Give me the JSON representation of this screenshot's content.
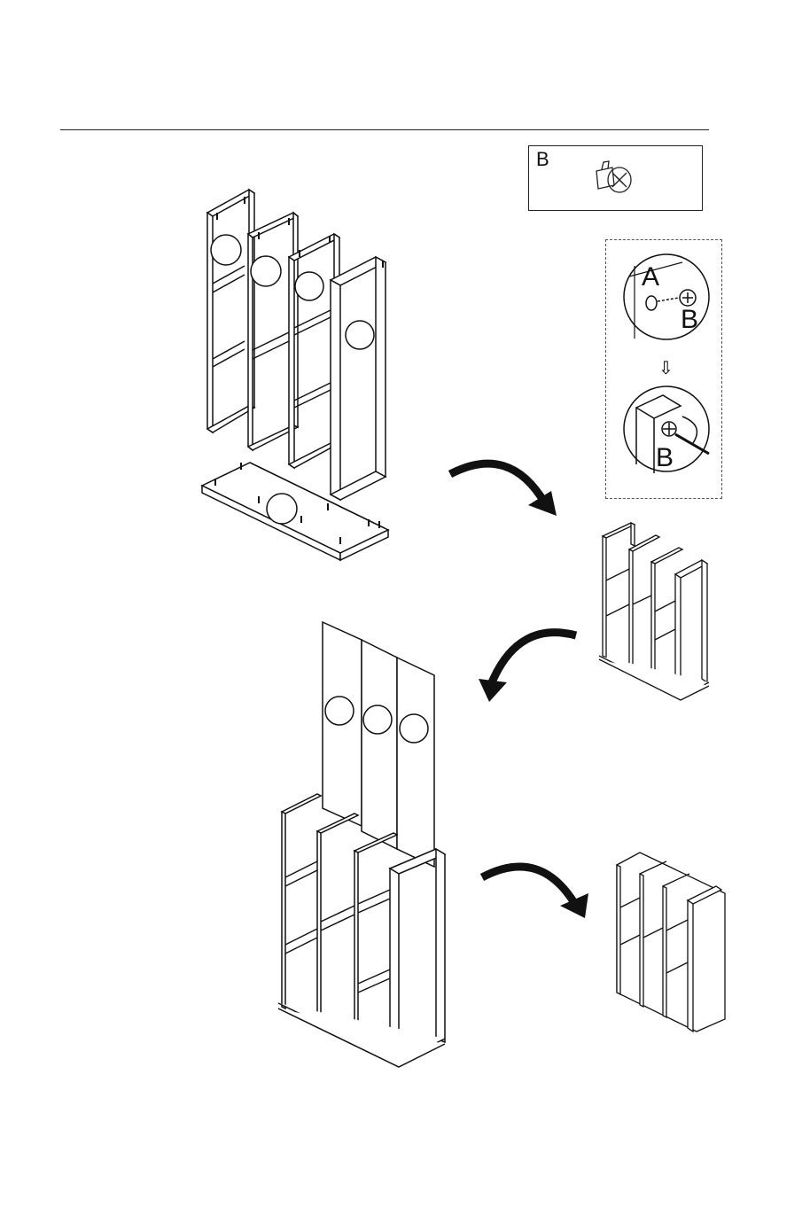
{
  "parts": {
    "cam_bolt_label": "B"
  },
  "detail": {
    "label_a": "A",
    "label_b_top": "B",
    "label_b_bottom": "B",
    "down_arrow": "⇩"
  }
}
